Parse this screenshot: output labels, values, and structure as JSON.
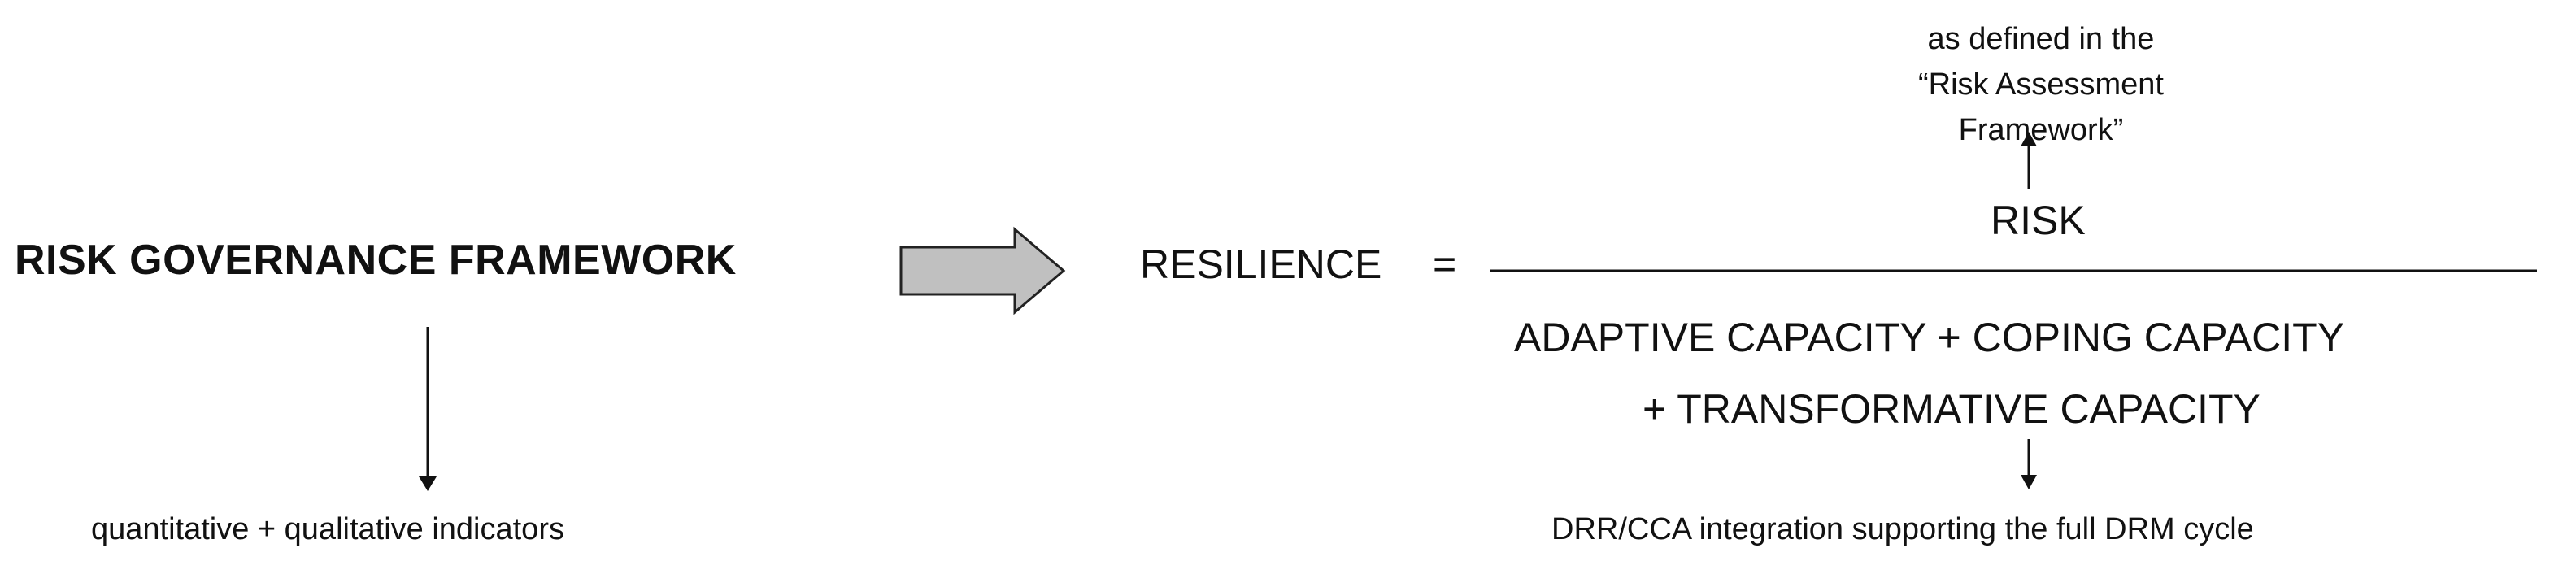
{
  "left": {
    "title": "RISK GOVERNANCE FRAMEWORK",
    "indicators": "quantitative + qualitative indicators"
  },
  "equation": {
    "lhs": "RESILIENCE",
    "equals": "=",
    "numerator": "RISK",
    "numerator_note": "as defined in the “Risk Assessment Framework”",
    "denominator_line1": "ADAPTIVE CAPACITY + COPING CAPACITY",
    "denominator_line2": "+ TRANSFORMATIVE CAPACITY",
    "denominator_note": "DRR/CCA integration supporting the full DRM cycle"
  },
  "colors": {
    "text": "#111111",
    "block_arrow_fill": "#c0c0c0",
    "block_arrow_stroke": "#222222"
  }
}
